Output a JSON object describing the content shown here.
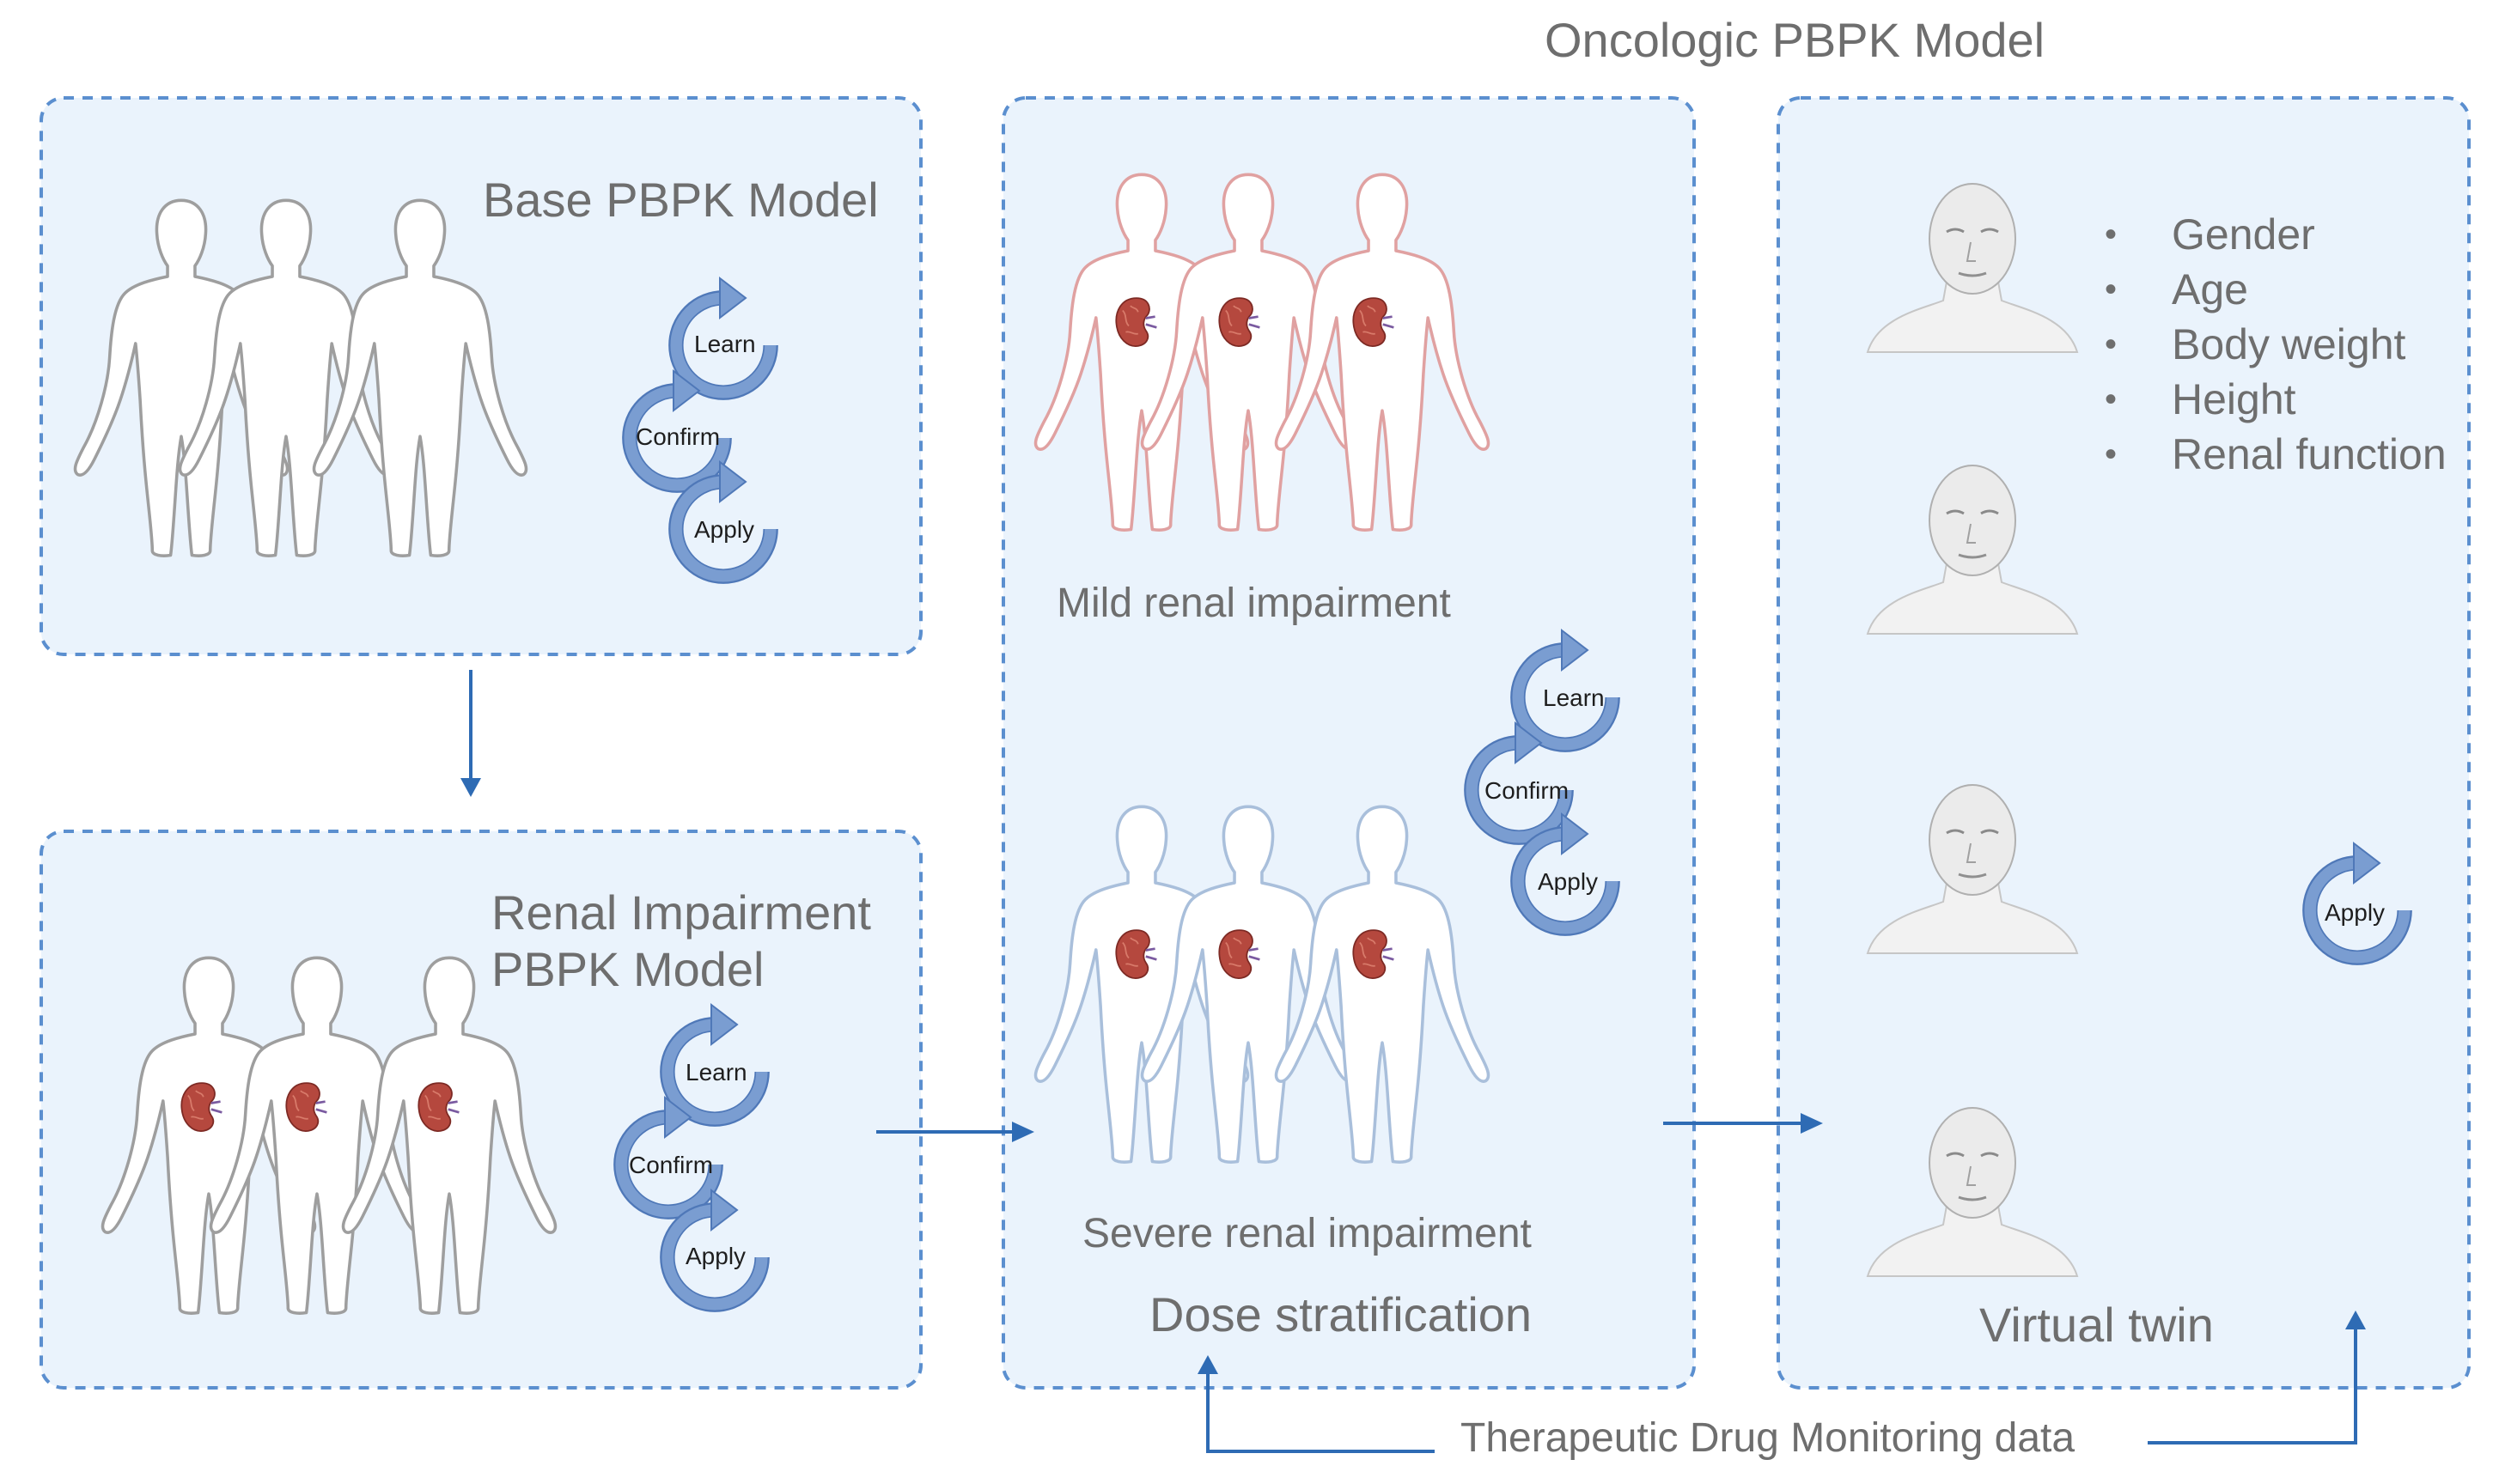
{
  "title": "Oncologic PBPK Model",
  "panels": {
    "base": {
      "label": "Base PBPK Model"
    },
    "renal": {
      "label_line1": "Renal Impairment",
      "label_line2": "PBPK Model"
    },
    "dose": {
      "mild_label": "Mild renal impairment",
      "severe_label": "Severe renal impairment",
      "footer_label": "Dose stratification"
    },
    "twin": {
      "footer_label": "Virtual twin",
      "attributes": [
        "Gender",
        "Age",
        "Body weight",
        "Height",
        "Renal function"
      ],
      "bullet": "•"
    }
  },
  "cycle": {
    "learn": "Learn",
    "confirm": "Confirm",
    "apply": "Apply"
  },
  "tdm_label": "Therapeutic Drug Monitoring data",
  "colors": {
    "panel_fill": "#eaf3fc",
    "panel_border": "#5b8fcf",
    "arrow": "#2e6bb4",
    "cycle_ring": "#7a9dd1",
    "cycle_ring_dark": "#4f78b8",
    "body_gray": "#9e9e9e",
    "body_pink": "#e0a1a1",
    "body_blue": "#a9bfdb",
    "kidney": "#b5483e",
    "text_gray": "#6e6e6e"
  },
  "icons": [
    "human-silhouette-icon",
    "kidney-icon",
    "cycle-arrow-icon",
    "person-portrait-icon",
    "arrow-icon"
  ]
}
